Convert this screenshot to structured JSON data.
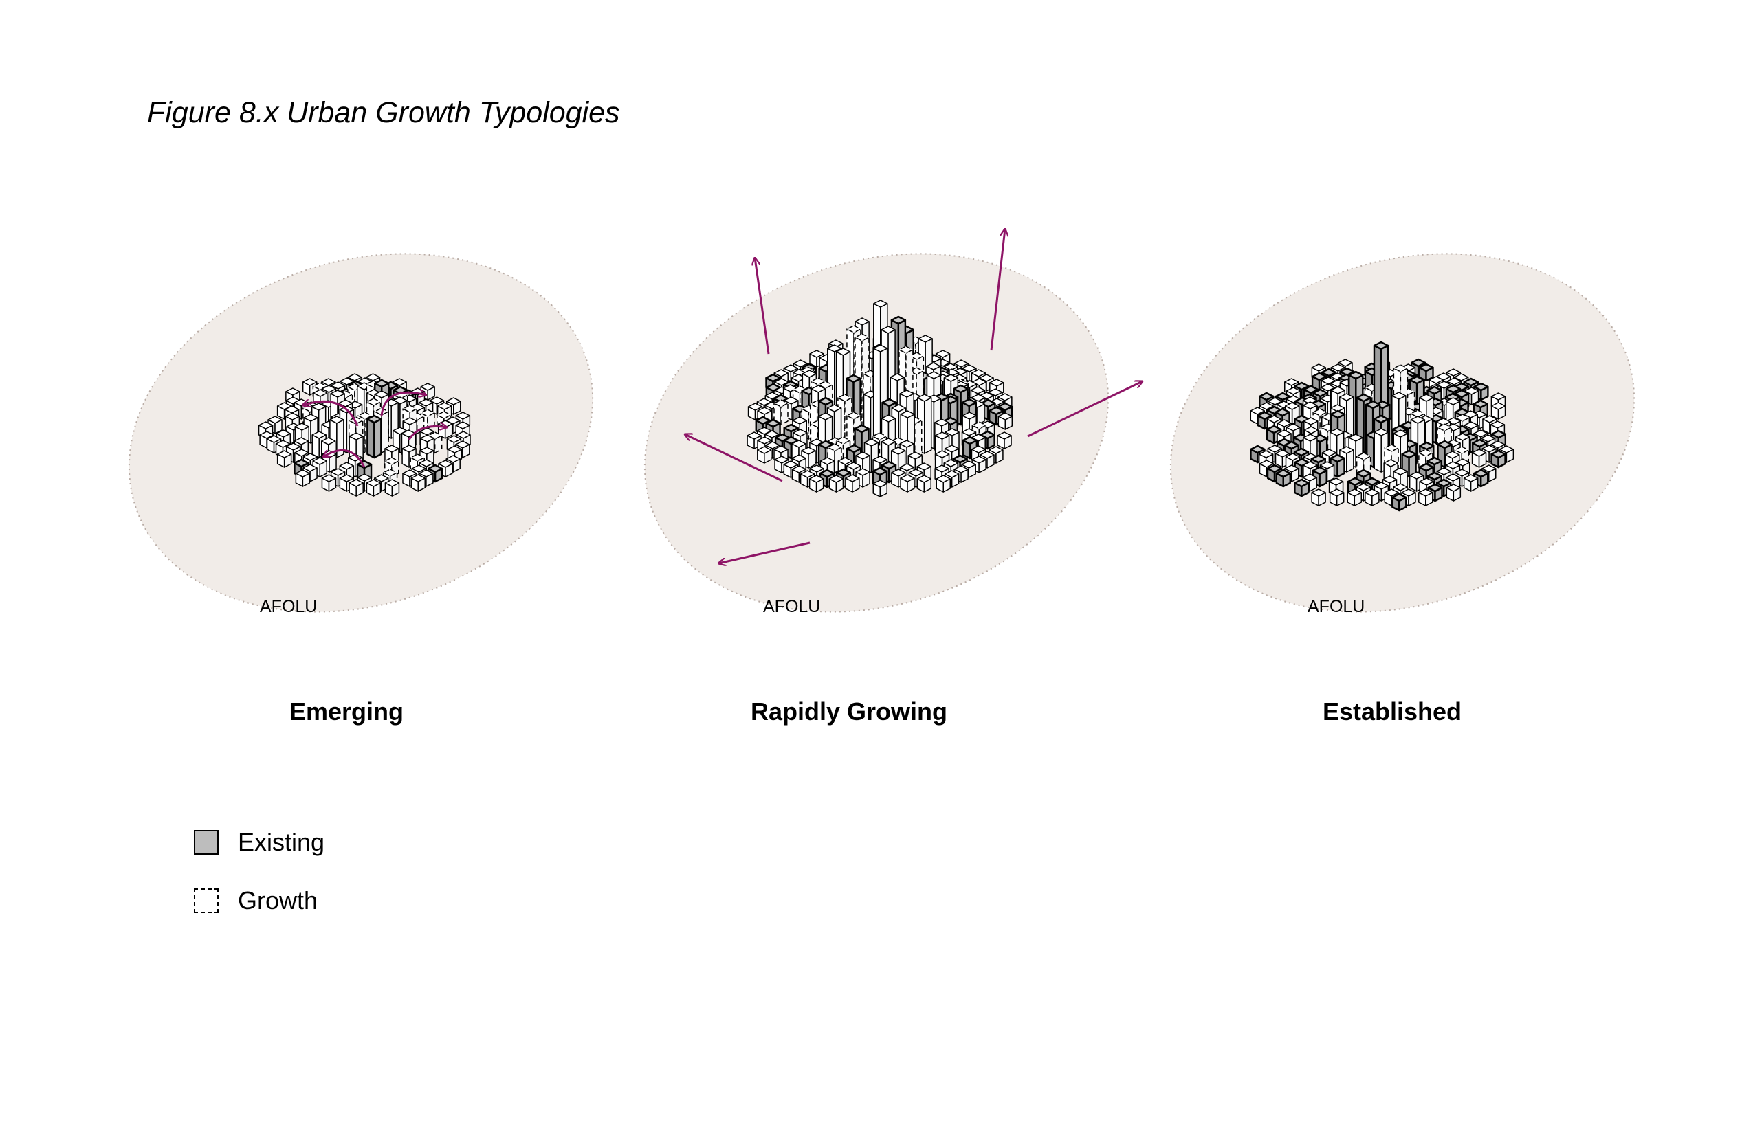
{
  "figure": {
    "title": "Figure 8.x Urban Growth Typologies"
  },
  "panels": [
    {
      "caption": "Emerging",
      "zone_label": "AFOLU"
    },
    {
      "caption": "Rapidly Growing",
      "zone_label": "AFOLU"
    },
    {
      "caption": "Established",
      "zone_label": "AFOLU"
    }
  ],
  "legend": {
    "items": [
      {
        "label": "Existing",
        "style": "solid-grey"
      },
      {
        "label": "Growth",
        "style": "dashed-white"
      }
    ]
  },
  "colors": {
    "zone_fill": "#f1ece8",
    "zone_outline": "#b9aca5",
    "arrow": "#8e1466",
    "existing_fill": "#bdbdbd",
    "growth_fill": "#ffffff"
  }
}
